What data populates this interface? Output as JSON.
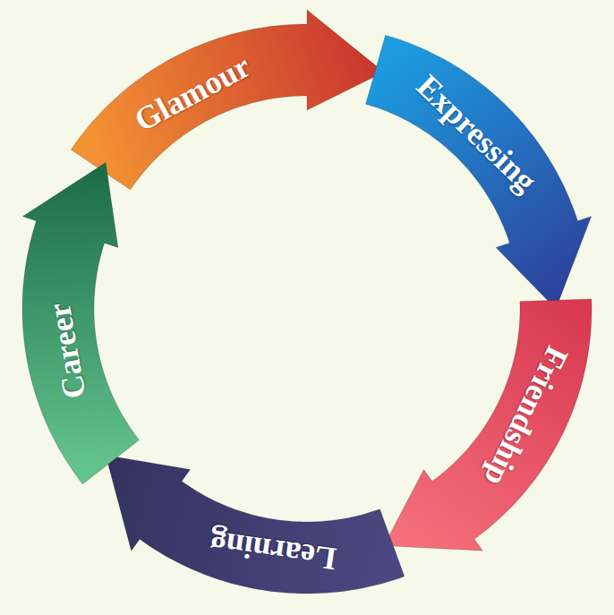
{
  "diagram": {
    "nodes": [
      {
        "text": [
          "Glamour"
        ]
      },
      {
        "text": [
          "Expressing"
        ]
      },
      {
        "text": [
          "Friendship"
        ]
      },
      {
        "text": [
          "Learning"
        ]
      },
      {
        "text": [
          "Career"
        ]
      }
    ]
  }
}
